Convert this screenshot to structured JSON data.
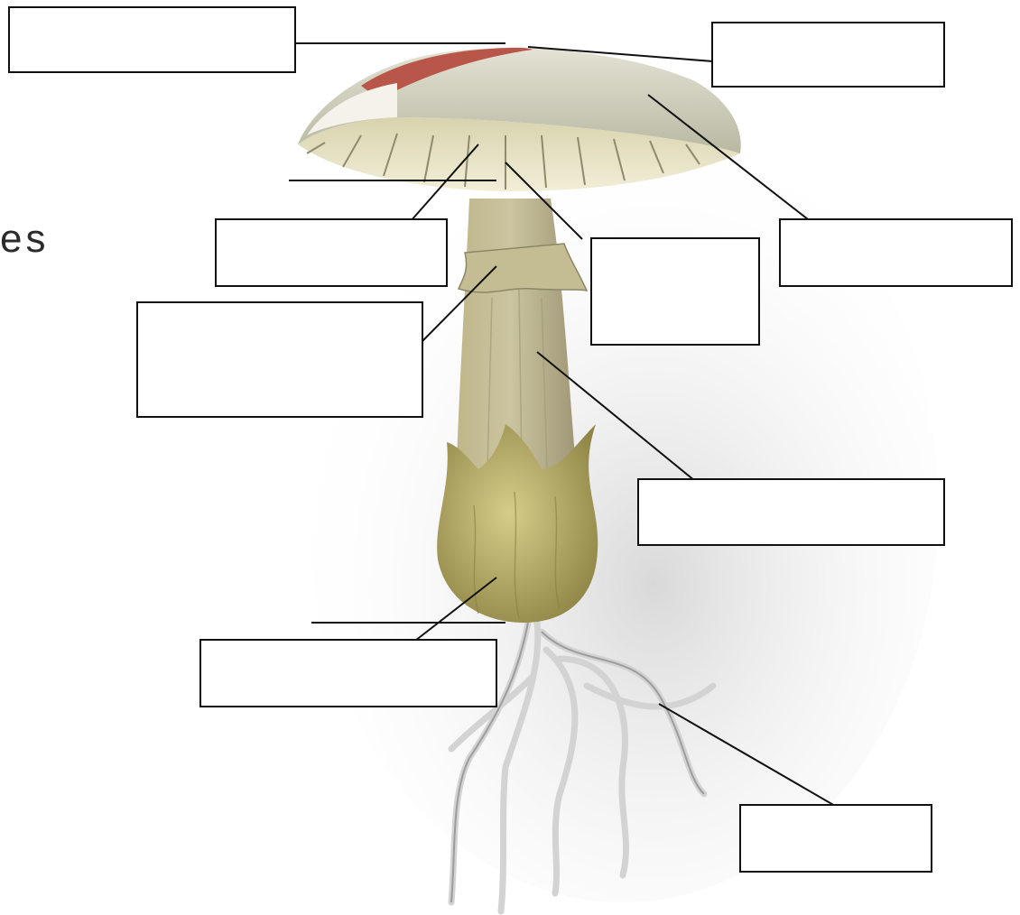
{
  "diagram": {
    "subject": "mushroom-anatomy",
    "partial_heading_text": "es",
    "label_boxes": [
      {
        "id": "cap-top-left",
        "text": ""
      },
      {
        "id": "cap-top-right",
        "text": ""
      },
      {
        "id": "gills",
        "text": ""
      },
      {
        "id": "cap-surface",
        "text": ""
      },
      {
        "id": "gill-edge",
        "text": ""
      },
      {
        "id": "ring",
        "text": ""
      },
      {
        "id": "stem",
        "text": ""
      },
      {
        "id": "volva",
        "text": ""
      },
      {
        "id": "mycelium",
        "text": ""
      }
    ]
  },
  "colors": {
    "background": "#ffffff",
    "cap_surface": "#d9d8c6",
    "cap_red": "#b8564a",
    "gills": "#e6e1c0",
    "stem": "#c9c29a",
    "volva": "#c2b86e",
    "roots": "#d8d8d8",
    "line": "#111111"
  }
}
